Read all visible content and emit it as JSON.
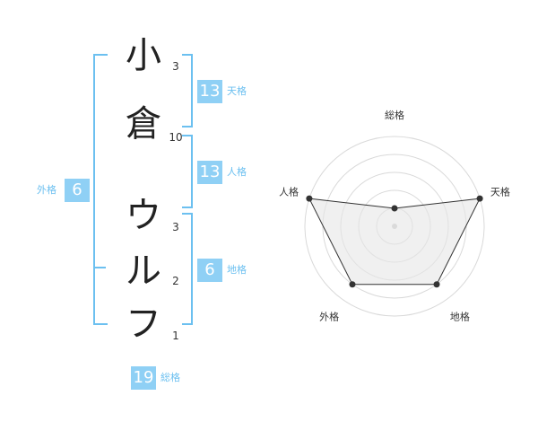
{
  "name": {
    "characters": [
      {
        "char": "小",
        "strokes": "3"
      },
      {
        "char": "倉",
        "strokes": "10"
      },
      {
        "char": "ウ",
        "strokes": "3"
      },
      {
        "char": "ル",
        "strokes": "2"
      },
      {
        "char": "フ",
        "strokes": "1"
      }
    ]
  },
  "fortunes": {
    "tenkaku": {
      "value": "13",
      "label": "天格"
    },
    "jinkaku": {
      "value": "13",
      "label": "人格"
    },
    "chikaku": {
      "value": "6",
      "label": "地格"
    },
    "gaikaku": {
      "value": "6",
      "label": "外格"
    },
    "soukaku": {
      "value": "19",
      "label": "総格"
    }
  },
  "radar": {
    "axes": [
      "総格",
      "天格",
      "地格",
      "外格",
      "人格"
    ],
    "levels": 5,
    "values": [
      1,
      5,
      4,
      4,
      5
    ],
    "max": 5
  },
  "colors": {
    "accent": "#6cc0f0",
    "badge": "#8fd0f5",
    "radar_fill": "#e6e6e6",
    "radar_line": "#333333",
    "grid": "#d9d9d9"
  }
}
